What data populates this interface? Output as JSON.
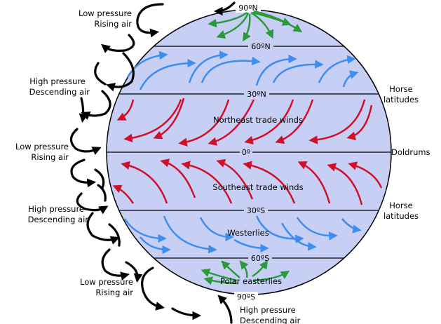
{
  "latitudes": {
    "north_pole": "90ºN",
    "n60": "60ºN",
    "n30": "30ºN",
    "equator": "0º",
    "s30": "30ºS",
    "s60": "60ºS",
    "south_pole": "90ºS"
  },
  "wind_belts": {
    "northeast_trades": "Northeast trade winds",
    "southeast_trades": "Southeast trade winds",
    "westerlies": "Westerlies",
    "polar_easterlies": "Polar easterlies"
  },
  "pressure_labels": {
    "low_north": [
      "Low pressure",
      "Rising air"
    ],
    "high_n30": [
      "High pressure",
      "Descending air"
    ],
    "low_equator": [
      "Low pressure",
      "Rising air"
    ],
    "high_s30": [
      "High pressure",
      "Descending air"
    ],
    "low_s60": [
      "Low pressure",
      "Rising air"
    ],
    "high_south_pole": [
      "High pressure",
      "Descending air"
    ]
  },
  "zone_labels": {
    "horse_north": [
      "Horse",
      "latitudes"
    ],
    "doldrums": "Doldrums",
    "horse_south": [
      "Horse",
      "latitudes"
    ]
  },
  "colors": {
    "globe_fill": "#c8cff5",
    "westerly_arrow": "#3d8ef0",
    "trade_arrow": "#d0102a",
    "polar_arrow": "#2a9a3a",
    "cell_arrow": "#000000"
  }
}
